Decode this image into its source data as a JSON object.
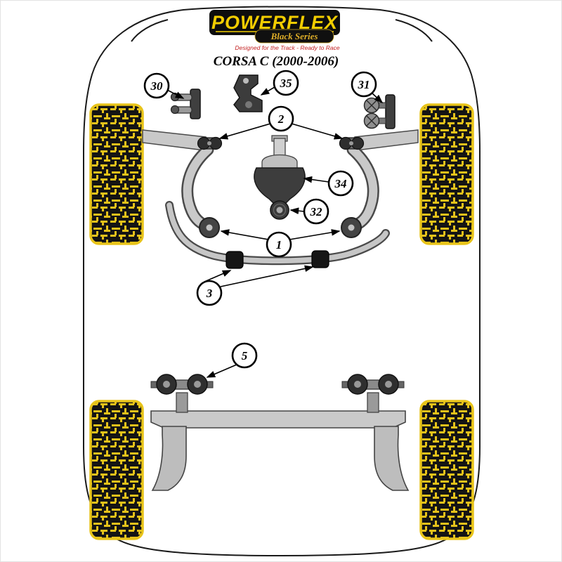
{
  "header": {
    "brand": "POWERFLEX",
    "series_badge": "Black Series",
    "tagline": "Designed for the Track - Ready to Race",
    "model_title": "CORSA C (2000-2006)"
  },
  "callouts": [
    {
      "label": "30",
      "part": "lower-engine-mount-insert"
    },
    {
      "label": "35",
      "part": "upper-engine-mount-bracket"
    },
    {
      "label": "31",
      "part": "upper-right-engine-mount"
    },
    {
      "label": "2",
      "part": "front-wishbone-front-bushes"
    },
    {
      "label": "34",
      "part": "lower-torque-mount-bracket"
    },
    {
      "label": "32",
      "part": "lower-torque-mount-bush"
    },
    {
      "label": "1",
      "part": "front-wishbone-rear-bushes"
    },
    {
      "label": "3",
      "part": "front-anti-roll-bar-bushes"
    },
    {
      "label": "5",
      "part": "rear-beam-mounting-bushes"
    }
  ],
  "colors": {
    "tire_yellow": "#e8c41a",
    "brand_yellow": "#f2cd00",
    "series_gold": "#dfae28",
    "tagline_red": "#c42323",
    "line_black": "#000000",
    "part_gray_light": "#c9c9c9",
    "part_gray_dark": "#3f3f3f"
  }
}
